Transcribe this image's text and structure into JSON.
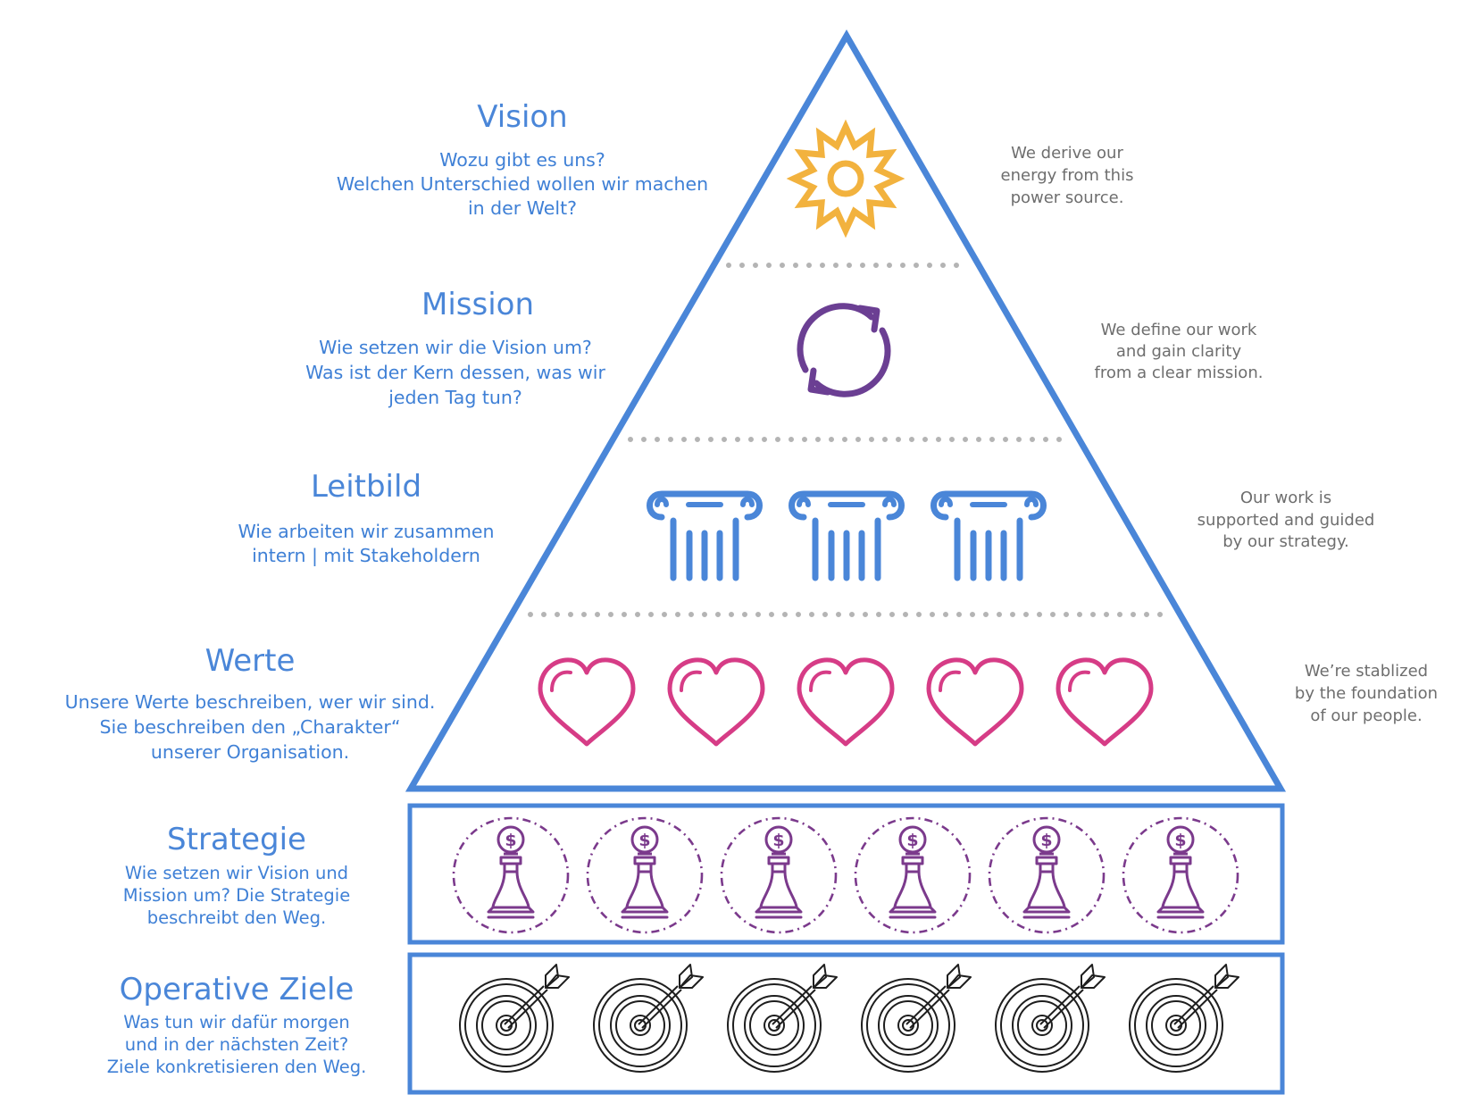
{
  "levels": {
    "vision": {
      "title": "Vision",
      "q1": "Wozu gibt es uns?",
      "q2": "Welchen Unterschied wollen wir machen",
      "q3": "in der Welt?",
      "note1": "We derive our",
      "note2": "energy from this",
      "note3": "power source.",
      "icon": "sun-icon"
    },
    "mission": {
      "title": "Mission",
      "q1": "Wie setzen wir die Vision um?",
      "q2": "Was ist der Kern dessen, was wir",
      "q3": "jeden Tag tun?",
      "note1": "We define our work",
      "note2": "and gain clarity",
      "note3": "from a clear mission.",
      "icon": "cycle-arrows-icon"
    },
    "leitbild": {
      "title": "Leitbild",
      "q1": "Wie arbeiten wir zusammen",
      "q2": "intern | mit Stakeholdern",
      "note1": "Our work is",
      "note2": "supported and guided",
      "note3": "by our strategy.",
      "icon": "column-icon",
      "icon_count": 3
    },
    "werte": {
      "title": "Werte",
      "q1": "Unsere Werte beschreiben, wer wir sind.",
      "q2": "Sie beschreiben den „Charakter“",
      "q3": "unserer Organisation.",
      "note1": "We’re stablized",
      "note2": "by the foundation",
      "note3": "of our people.",
      "icon": "heart-icon",
      "icon_count": 5
    },
    "strategie": {
      "title": "Strategie",
      "q1": "Wie setzen wir Vision und",
      "q2": "Mission um? Die Strategie",
      "q3": "beschreibt den Weg.",
      "icon": "chess-pawn-dollar-icon",
      "icon_count": 6
    },
    "ziele": {
      "title": "Operative Ziele",
      "q1": "Was tun wir dafür morgen",
      "q2": "und in der nächsten Zeit?",
      "q3": "Ziele konkretisieren den Weg.",
      "icon": "target-arrow-icon",
      "icon_count": 6
    }
  },
  "colors": {
    "outline": "#4a86d8",
    "title": "#4a86d8",
    "text": "#3f80d6",
    "note": "#6e6e6e",
    "divider": "#b4b4b4",
    "sun": "#f2b23e",
    "mission": "#6b3f93",
    "column": "#4a86d8",
    "heart": "#d63c86",
    "pawn": "#7b3a8c",
    "target": "#1e1e1e"
  }
}
